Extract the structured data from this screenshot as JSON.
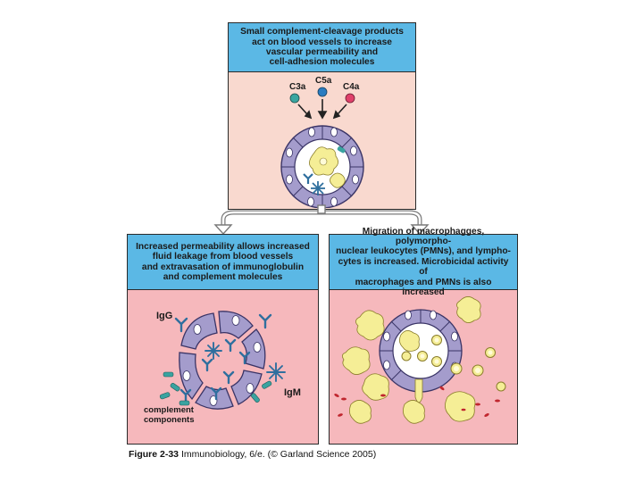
{
  "top_panel": {
    "header": "Small complement-cleavage products\nact on blood vessels to increase\nvascular permeability and\ncell-adhesion molecules",
    "labels": {
      "c3a": "C3a",
      "c5a": "C5a",
      "c4a": "C4a"
    }
  },
  "left_panel": {
    "header": "Increased permeability allows increased\nfluid leakage from blood vessels\nand extravasation of immunoglobulin\nand complement molecules",
    "labels": {
      "igg": "IgG",
      "igm": "IgM",
      "complement": "complement\ncomponents"
    }
  },
  "right_panel": {
    "header": "Migration of macrophagges, polymorpho-\nnuclear leukocytes (PMNs), and lympho-\ncytes is increased. Microbicidal activity of\nmacrophages and PMNs is also increased"
  },
  "caption": {
    "figure": "Figure 2-33",
    "text": "Immunobiology, 6/e. (© Garland Science 2005)"
  },
  "colors": {
    "header_bg": "#5bb8e5",
    "panel_peach": "#f9d9cf",
    "panel_pink": "#f6b8bc",
    "vessel_cell": "#a49ccc",
    "antibody": "#2f6f9e",
    "complement": "#3aa3a0",
    "macrophage": "#f5ee96",
    "c3a": "#3aa6a0",
    "c5a": "#2a7cc1",
    "c4a": "#e0406a"
  },
  "icons": [
    "vessel-cross-section-icon",
    "macrophage-icon",
    "antibody-igg-icon",
    "antibody-igm-icon",
    "complement-molecule-icon",
    "pmn-icon",
    "lymphocyte-icon",
    "red-blood-cell-icon",
    "split-arrow-icon"
  ]
}
